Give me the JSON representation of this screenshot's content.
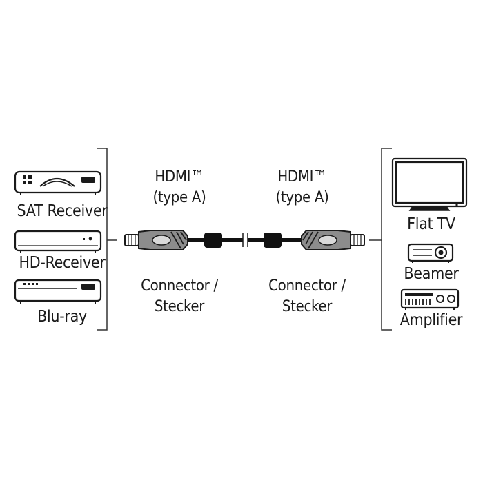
{
  "sources": {
    "items": [
      {
        "label": "SAT Receiver",
        "icon": "sat-receiver-icon"
      },
      {
        "label": "HD-Receiver",
        "icon": "hd-receiver-icon"
      },
      {
        "label": "Blu-ray",
        "icon": "bluray-player-icon"
      }
    ]
  },
  "targets": {
    "items": [
      {
        "label": "Flat TV",
        "icon": "flat-tv-icon"
      },
      {
        "label": "Beamer",
        "icon": "projector-icon"
      },
      {
        "label": "Amplifier",
        "icon": "amplifier-icon"
      }
    ]
  },
  "cable": {
    "left": {
      "type_line1": "HDMI™",
      "type_line2": "(type A)",
      "connector_line1": "Connector /",
      "connector_line2": "Stecker"
    },
    "right": {
      "type_line1": "HDMI™",
      "type_line2": "(type A)",
      "connector_line1": "Connector /",
      "connector_line2": "Stecker"
    }
  },
  "colors": {
    "line": "#1a1a1a",
    "connector_gray": "#8c8c8c",
    "cable": "#111111"
  }
}
